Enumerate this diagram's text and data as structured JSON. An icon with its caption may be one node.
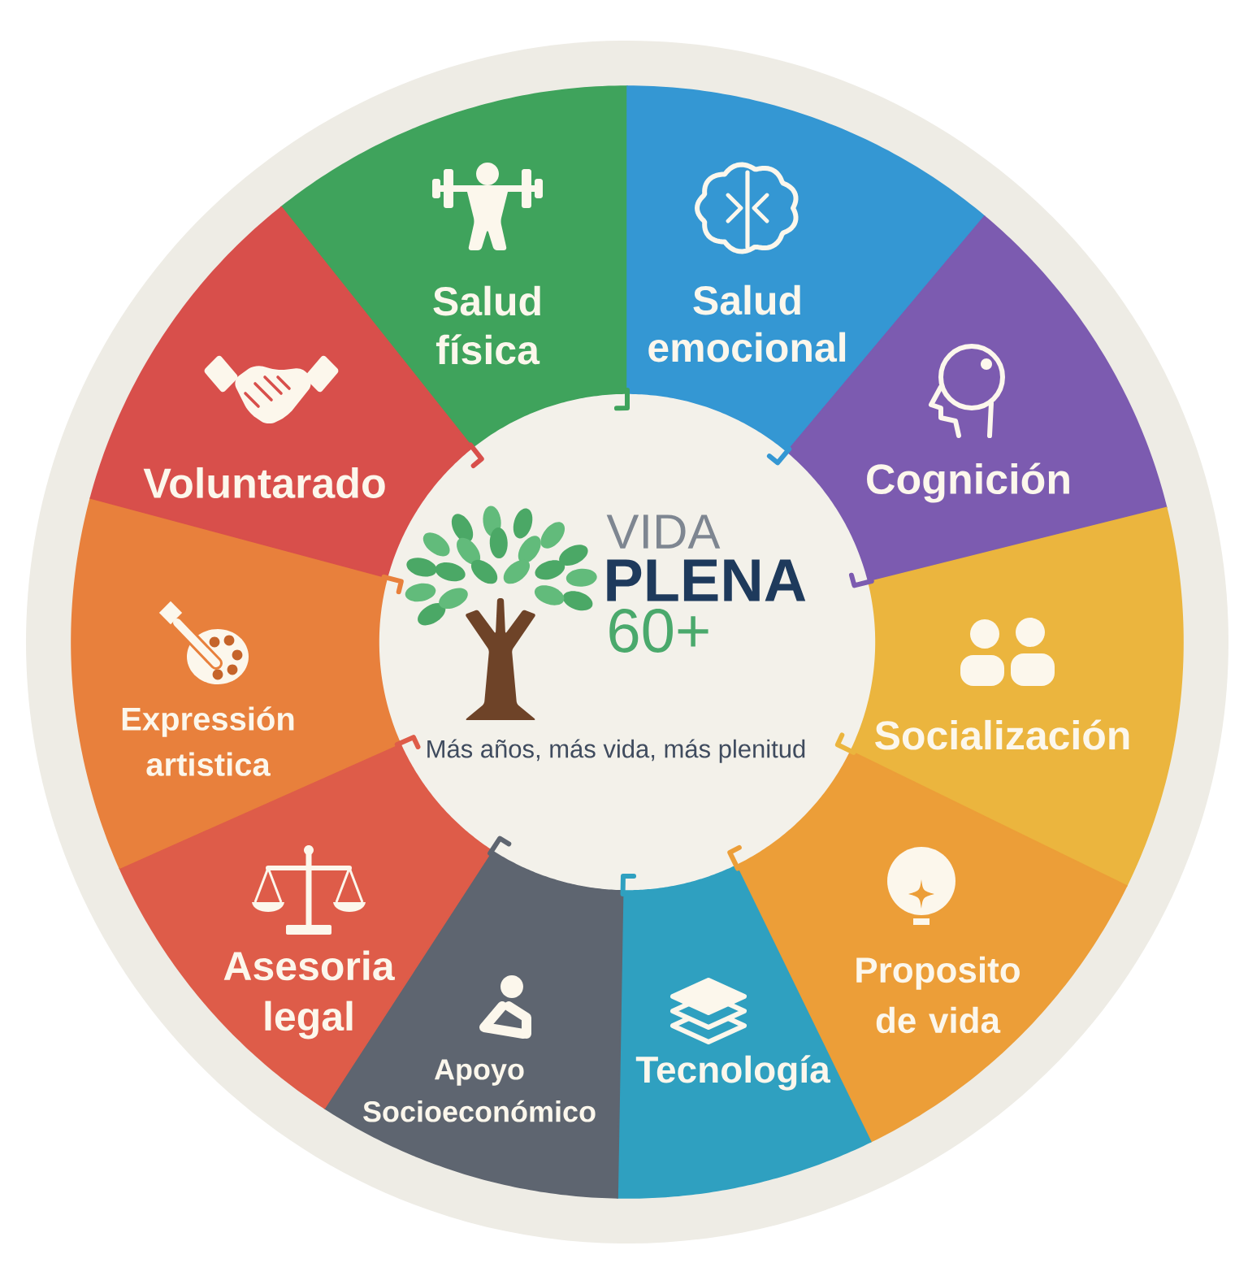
{
  "diagram": {
    "nodes": [
      {
        "text": [
          "VIDA",
          "PLENA",
          "60+",
          "Más años, más vida, más plenitud"
        ]
      },
      {
        "text": [
          "Salud física"
        ]
      },
      {
        "text": [
          "Salud emocional"
        ]
      },
      {
        "text": [
          "Cognición"
        ]
      },
      {
        "text": [
          "Socialización"
        ]
      },
      {
        "text": [
          "Proposito de vida"
        ]
      },
      {
        "text": [
          "Tecnología"
        ]
      },
      {
        "text": [
          "Apoyo Socioeconómico"
        ]
      },
      {
        "text": [
          "Asesoria legal"
        ]
      },
      {
        "text": [
          "Expressión artistica"
        ]
      },
      {
        "text": [
          "Voluntarado"
        ]
      }
    ]
  }
}
